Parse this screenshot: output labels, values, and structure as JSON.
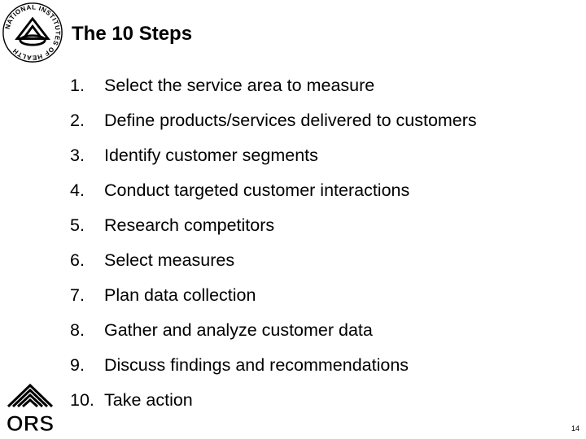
{
  "logos": {
    "nih_text": "NATIONAL INSTITUTES OF HEALTH",
    "ors_text": "ORS"
  },
  "slide": {
    "title": "The 10 Steps",
    "steps": [
      {
        "number": "1.",
        "text": "Select the service area to measure"
      },
      {
        "number": "2.",
        "text": "Define products/services delivered to customers"
      },
      {
        "number": "3.",
        "text": "Identify customer segments"
      },
      {
        "number": "4.",
        "text": "Conduct targeted customer interactions"
      },
      {
        "number": "5.",
        "text": "Research competitors"
      },
      {
        "number": "6.",
        "text": "Select measures"
      },
      {
        "number": "7.",
        "text": "Plan data collection"
      },
      {
        "number": "8.",
        "text": "Gather and analyze customer data"
      },
      {
        "number": "9.",
        "text": "Discuss findings and recommendations"
      },
      {
        "number": "10.",
        "text": "Take action"
      }
    ],
    "page_number": "14"
  }
}
